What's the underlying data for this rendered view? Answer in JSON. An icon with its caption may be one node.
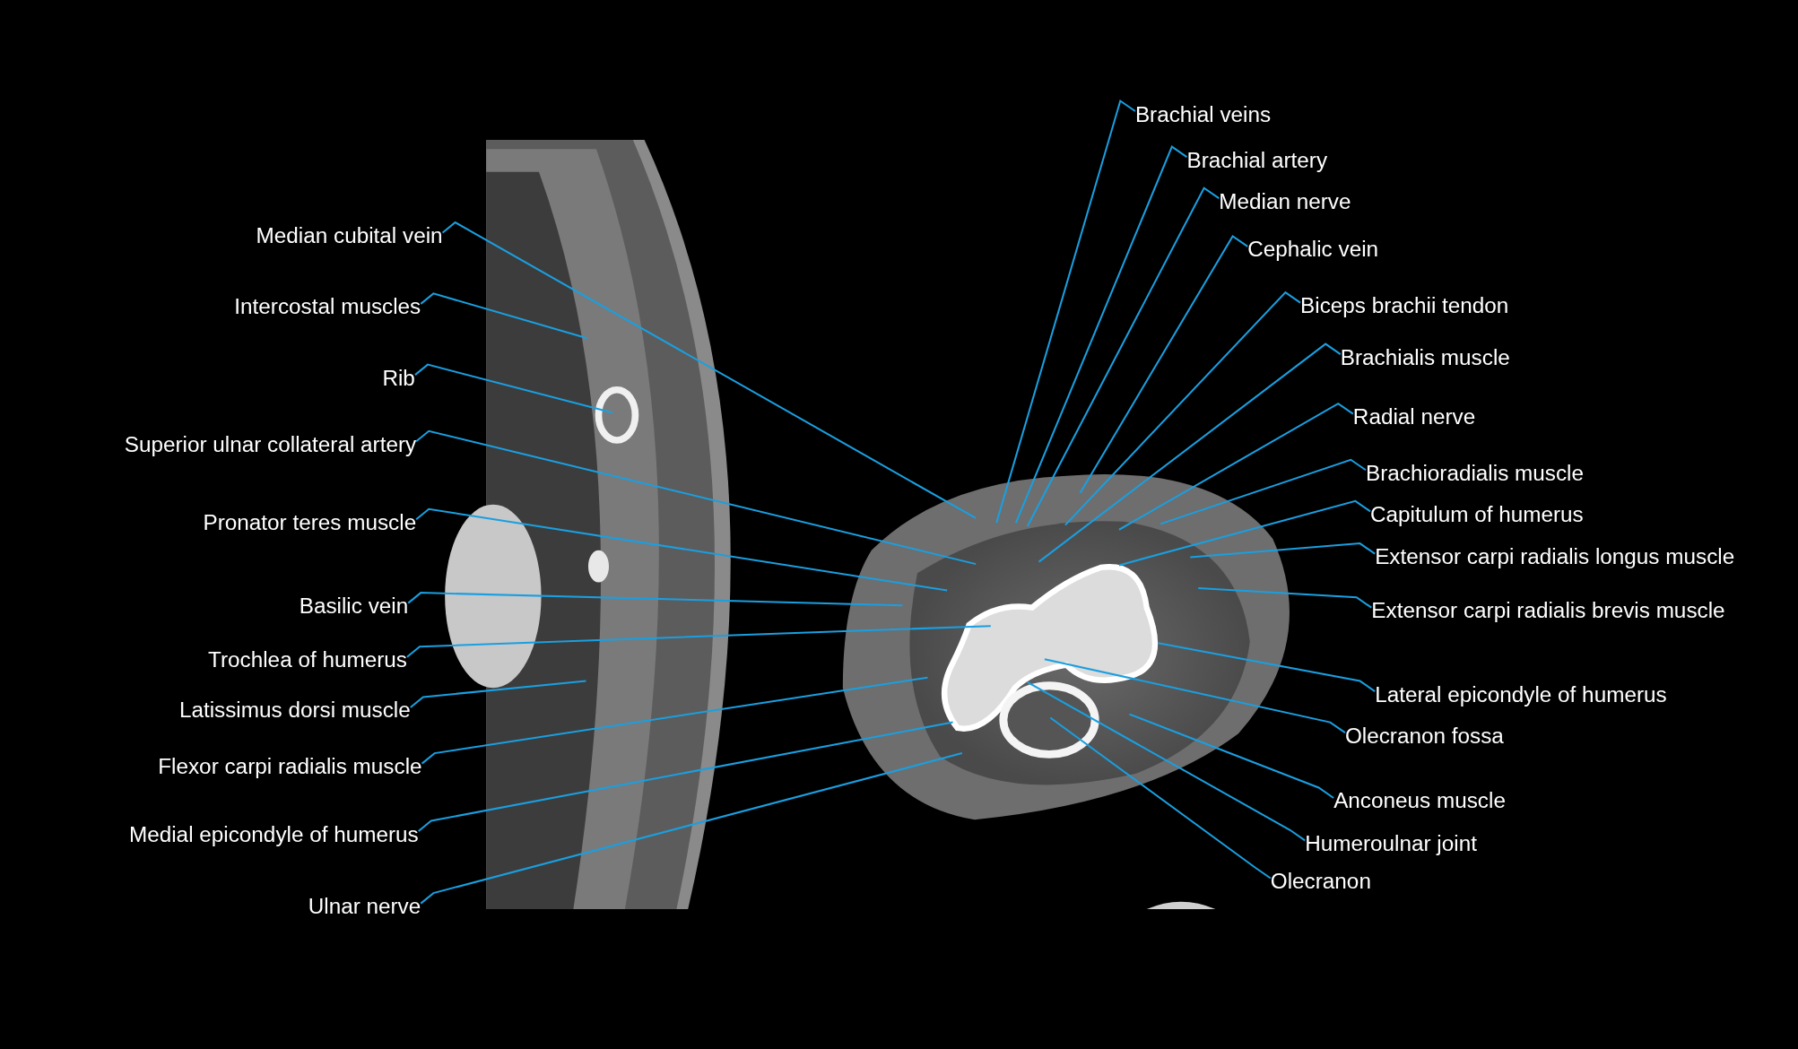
{
  "diagram": {
    "nodes": [
      {
        "text": [
          "Median cubital vein"
        ]
      },
      {
        "text": [
          "Intercostal muscles"
        ]
      },
      {
        "text": [
          "Rib"
        ]
      },
      {
        "text": [
          "Superior ulnar collateral artery"
        ]
      },
      {
        "text": [
          "Pronator teres muscle"
        ]
      },
      {
        "text": [
          "Basilic vein"
        ]
      },
      {
        "text": [
          "Trochlea of humerus"
        ]
      },
      {
        "text": [
          "Latissimus dorsi muscle"
        ]
      },
      {
        "text": [
          "Flexor carpi radialis muscle"
        ]
      },
      {
        "text": [
          "Medial epicondyle of humerus"
        ]
      },
      {
        "text": [
          "Ulnar nerve"
        ]
      },
      {
        "text": [
          "Brachial veins"
        ]
      },
      {
        "text": [
          "Brachial artery"
        ]
      },
      {
        "text": [
          "Median nerve"
        ]
      },
      {
        "text": [
          "Cephalic vein"
        ]
      },
      {
        "text": [
          "Biceps brachii tendon"
        ]
      },
      {
        "text": [
          "Brachialis muscle"
        ]
      },
      {
        "text": [
          "Radial nerve"
        ]
      },
      {
        "text": [
          "Brachioradialis muscle"
        ]
      },
      {
        "text": [
          "Capitulum of humerus"
        ]
      },
      {
        "text": [
          "Extensor carpi radialis longus muscle"
        ]
      },
      {
        "text": [
          "Extensor carpi radialis brevis muscle"
        ]
      },
      {
        "text": [
          "Lateral epicondyle of humerus"
        ]
      },
      {
        "text": [
          "Olecranon fossa"
        ]
      },
      {
        "text": [
          "Anconeus muscle"
        ]
      },
      {
        "text": [
          "Humeroulnar joint"
        ]
      },
      {
        "text": [
          "Olecranon"
        ]
      }
    ],
    "edges": [
      {
        "from": 0,
        "to": null,
        "arrow": "none"
      },
      {
        "from": 1,
        "to": null,
        "arrow": "none"
      },
      {
        "from": 2,
        "to": null,
        "arrow": "none"
      },
      {
        "from": 3,
        "to": null,
        "arrow": "none"
      },
      {
        "from": 4,
        "to": null,
        "arrow": "none"
      },
      {
        "from": 5,
        "to": null,
        "arrow": "none"
      },
      {
        "from": 6,
        "to": null,
        "arrow": "none"
      },
      {
        "from": 7,
        "to": null,
        "arrow": "none"
      },
      {
        "from": 8,
        "to": null,
        "arrow": "none"
      },
      {
        "from": 9,
        "to": null,
        "arrow": "none"
      },
      {
        "from": 10,
        "to": null,
        "arrow": "none"
      },
      {
        "from": 11,
        "to": null,
        "arrow": "none"
      },
      {
        "from": 12,
        "to": null,
        "arrow": "none"
      },
      {
        "from": 13,
        "to": null,
        "arrow": "none"
      },
      {
        "from": 14,
        "to": null,
        "arrow": "none"
      },
      {
        "from": 15,
        "to": null,
        "arrow": "none"
      },
      {
        "from": 16,
        "to": null,
        "arrow": "none"
      },
      {
        "from": 17,
        "to": null,
        "arrow": "none"
      },
      {
        "from": 18,
        "to": null,
        "arrow": "none"
      },
      {
        "from": 19,
        "to": null,
        "arrow": "none"
      },
      {
        "from": 20,
        "to": null,
        "arrow": "none"
      },
      {
        "from": 21,
        "to": null,
        "arrow": "none"
      },
      {
        "from": 22,
        "to": null,
        "arrow": "none"
      },
      {
        "from": 23,
        "to": null,
        "arrow": "none"
      },
      {
        "from": 24,
        "to": null,
        "arrow": "none"
      },
      {
        "from": 25,
        "to": null,
        "arrow": "none"
      },
      {
        "from": 26,
        "to": null,
        "arrow": "none"
      }
    ]
  }
}
